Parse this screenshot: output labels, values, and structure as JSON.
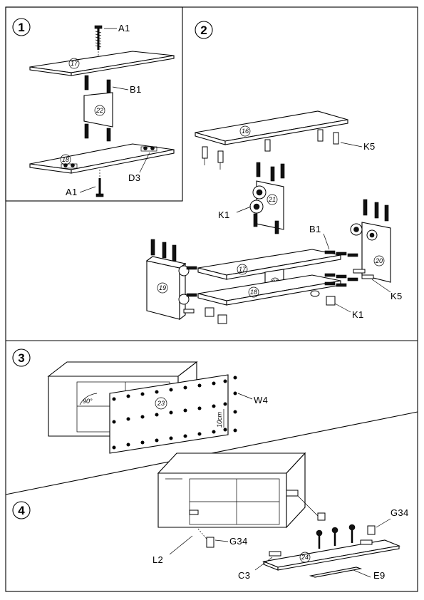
{
  "steps": [
    {
      "number": "1",
      "labels": [
        "A1",
        "B1",
        "D3",
        "A1"
      ],
      "panels": [
        "17",
        "22",
        "18"
      ]
    },
    {
      "number": "2",
      "labels": [
        "K5",
        "K1",
        "B1",
        "K5",
        "K1"
      ],
      "panels": [
        "16",
        "21",
        "17",
        "22",
        "18",
        "19",
        "20"
      ]
    },
    {
      "number": "3",
      "labels": [
        "W4"
      ],
      "panels": [
        "23"
      ],
      "angle": "90°",
      "spacing": "10cm"
    },
    {
      "number": "4",
      "labels": [
        "G34",
        "G34",
        "L2",
        "C3",
        "E9"
      ],
      "panels": [
        "24"
      ]
    }
  ]
}
